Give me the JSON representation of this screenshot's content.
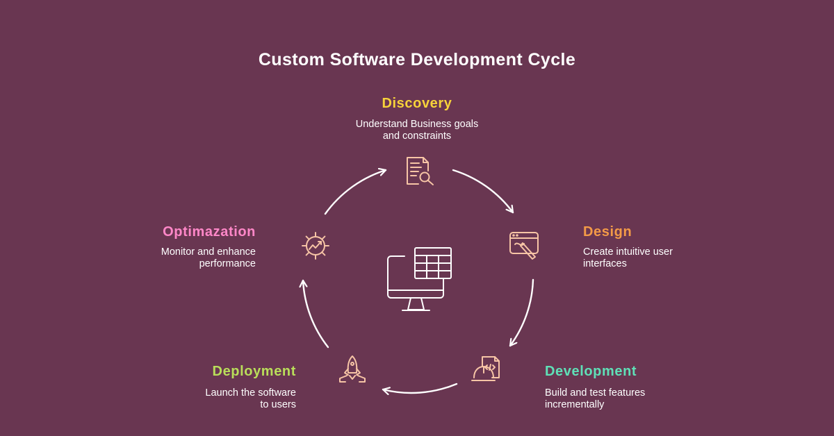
{
  "title": "Custom Software Development Cycle",
  "colors": {
    "background": "#693651",
    "discovery": "#f7d33a",
    "design": "#f39a47",
    "development": "#5fe0b7",
    "deployment": "#b9de5a",
    "optimization": "#ff87c8",
    "icon": "#f7c5a6",
    "arrow": "#ffffff"
  },
  "stages": {
    "discovery": {
      "title": "Discovery",
      "desc_line1": "Understand Business goals",
      "desc_line2": "and constraints",
      "icon": "document-search-icon"
    },
    "design": {
      "title": "Design",
      "desc_line1": "Create intuitive user",
      "desc_line2": "interfaces",
      "icon": "design-tablet-pen-icon"
    },
    "development": {
      "title": "Development",
      "desc_line1": "Build and test features",
      "desc_line2": "incrementally",
      "icon": "code-helmet-icon"
    },
    "deployment": {
      "title": "Deployment",
      "desc_line1": "Launch the software",
      "desc_line2": "to users",
      "icon": "rocket-icon"
    },
    "optimization": {
      "title": "Optimazation",
      "desc_line1": "Monitor and enhance",
      "desc_line2": "performance",
      "icon": "gear-chart-icon"
    }
  },
  "center_icon": "monitor-table-icon"
}
